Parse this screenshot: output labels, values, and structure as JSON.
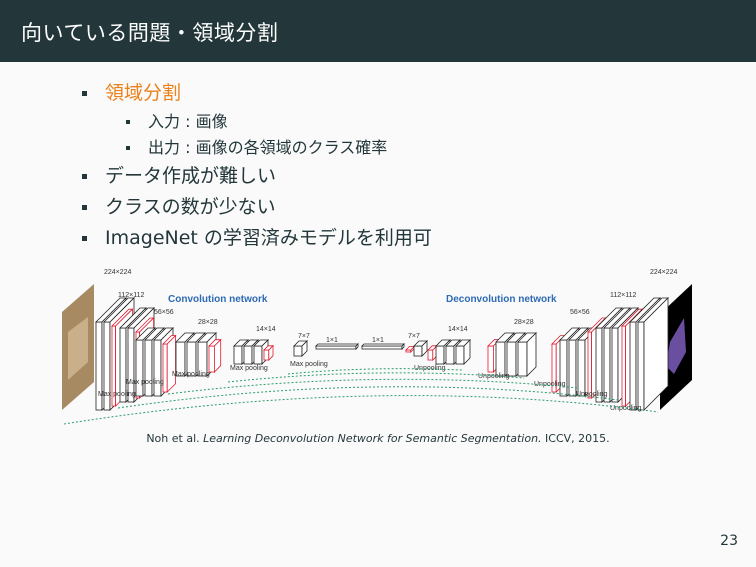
{
  "slide": {
    "title": "向いている問題・領域分割",
    "bullets": [
      {
        "text": "領域分割",
        "sub": [
          "入力 : 画像",
          "出力 : 画像の各領域のクラス確率"
        ]
      },
      {
        "text": "データ作成が難しい"
      },
      {
        "text": "クラスの数が少ない"
      },
      {
        "text": "ImageNet の学習済みモデルを利用可"
      }
    ],
    "caption": {
      "authors": "Noh et al.",
      "paper": "Learning Deconvolution Network for Semantic Segmentation.",
      "venue": "ICCV, 2015."
    },
    "page_number": "23"
  },
  "figure": {
    "conv_title": "Convolution network",
    "deconv_title": "Deconvolution network",
    "conv_sizes": [
      "224×224",
      "112×112",
      "56×56",
      "28×28",
      "14×14",
      "7×7"
    ],
    "fc_sizes": [
      "1×1",
      "1×1"
    ],
    "deconv_sizes": [
      "7×7",
      "14×14",
      "28×28",
      "56×56",
      "112×112",
      "224×224"
    ],
    "pool_label": "Max pooling",
    "unpool_label": "Unpooling",
    "accent_color": "#e1192d",
    "title_color": "#2d6bb5"
  }
}
